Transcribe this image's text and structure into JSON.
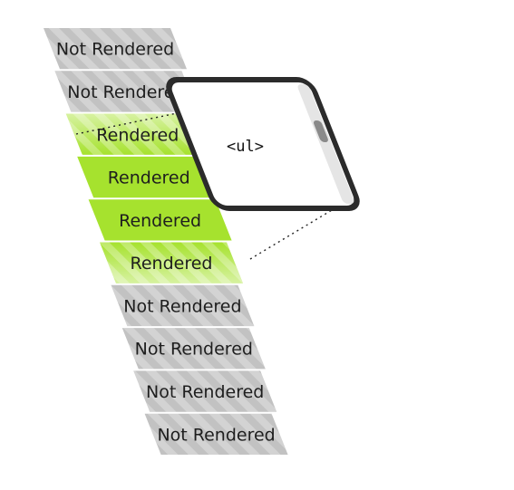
{
  "rows": [
    {
      "label": "Not Rendered",
      "state": "not-rendered"
    },
    {
      "label": "Not Rendered",
      "state": "not-rendered"
    },
    {
      "label": "Rendered",
      "state": "rendered"
    },
    {
      "label": "Rendered",
      "state": "rendered"
    },
    {
      "label": "Rendered",
      "state": "rendered"
    },
    {
      "label": "Rendered",
      "state": "rendered"
    },
    {
      "label": "Not Rendered",
      "state": "not-rendered"
    },
    {
      "label": "Not Rendered",
      "state": "not-rendered"
    },
    {
      "label": "Not Rendered",
      "state": "not-rendered"
    },
    {
      "label": "Not Rendered",
      "state": "not-rendered"
    }
  ],
  "viewport": {
    "label": "<ul>"
  },
  "colors": {
    "rendered": "#a6e22e",
    "not_rendered": "#c2c2c2",
    "stripe": "#ffffff",
    "frame": "#2b2b2b",
    "scrollbar_track": "#e5e5e5",
    "scrollbar_thumb": "#8a8a8a"
  }
}
